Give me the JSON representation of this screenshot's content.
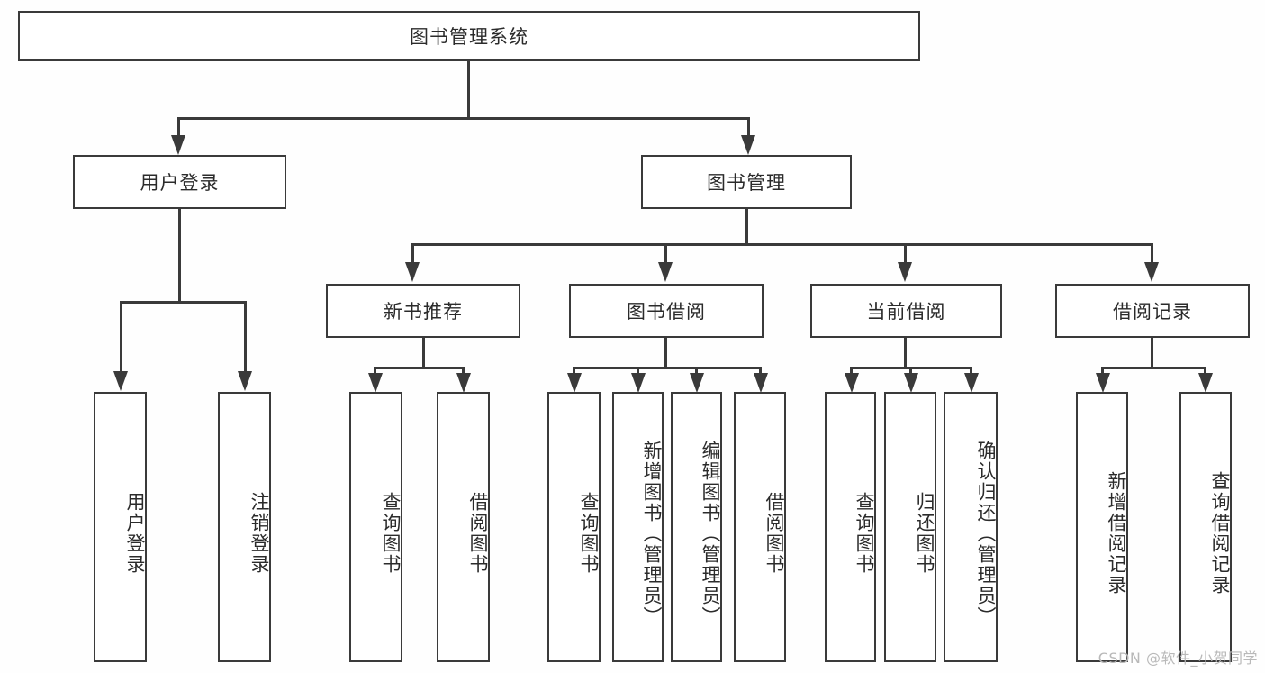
{
  "diagram": {
    "title_node": {
      "label": "图书管理系统"
    },
    "level2": [
      {
        "label": "用户登录"
      },
      {
        "label": "图书管理"
      }
    ],
    "level3": [
      {
        "label": "新书推荐"
      },
      {
        "label": "图书借阅"
      },
      {
        "label": "当前借阅"
      },
      {
        "label": "借阅记录"
      }
    ],
    "leaves_user_login": [
      {
        "label": "用户登录"
      },
      {
        "label": "注销登录"
      }
    ],
    "leaves_new_book": [
      {
        "label": "查询图书"
      },
      {
        "label": "借阅图书"
      }
    ],
    "leaves_borrow": [
      {
        "label": "查询图书"
      },
      {
        "label": "新增图书（管理员）"
      },
      {
        "label": "编辑图书（管理员）"
      },
      {
        "label": "借阅图书"
      }
    ],
    "leaves_current": [
      {
        "label": "查询图书"
      },
      {
        "label": "归还图书"
      },
      {
        "label": "确认归还（管理员）"
      }
    ],
    "leaves_records": [
      {
        "label": "新增借阅记录"
      },
      {
        "label": "查询借阅记录"
      }
    ]
  },
  "watermark": {
    "text": "CSDN @软件_小贺同学"
  },
  "colors": {
    "line": "#3a3a3a",
    "box_fill": "#ffffff",
    "background": "#fefefe",
    "watermark": "#b9b9b9"
  }
}
